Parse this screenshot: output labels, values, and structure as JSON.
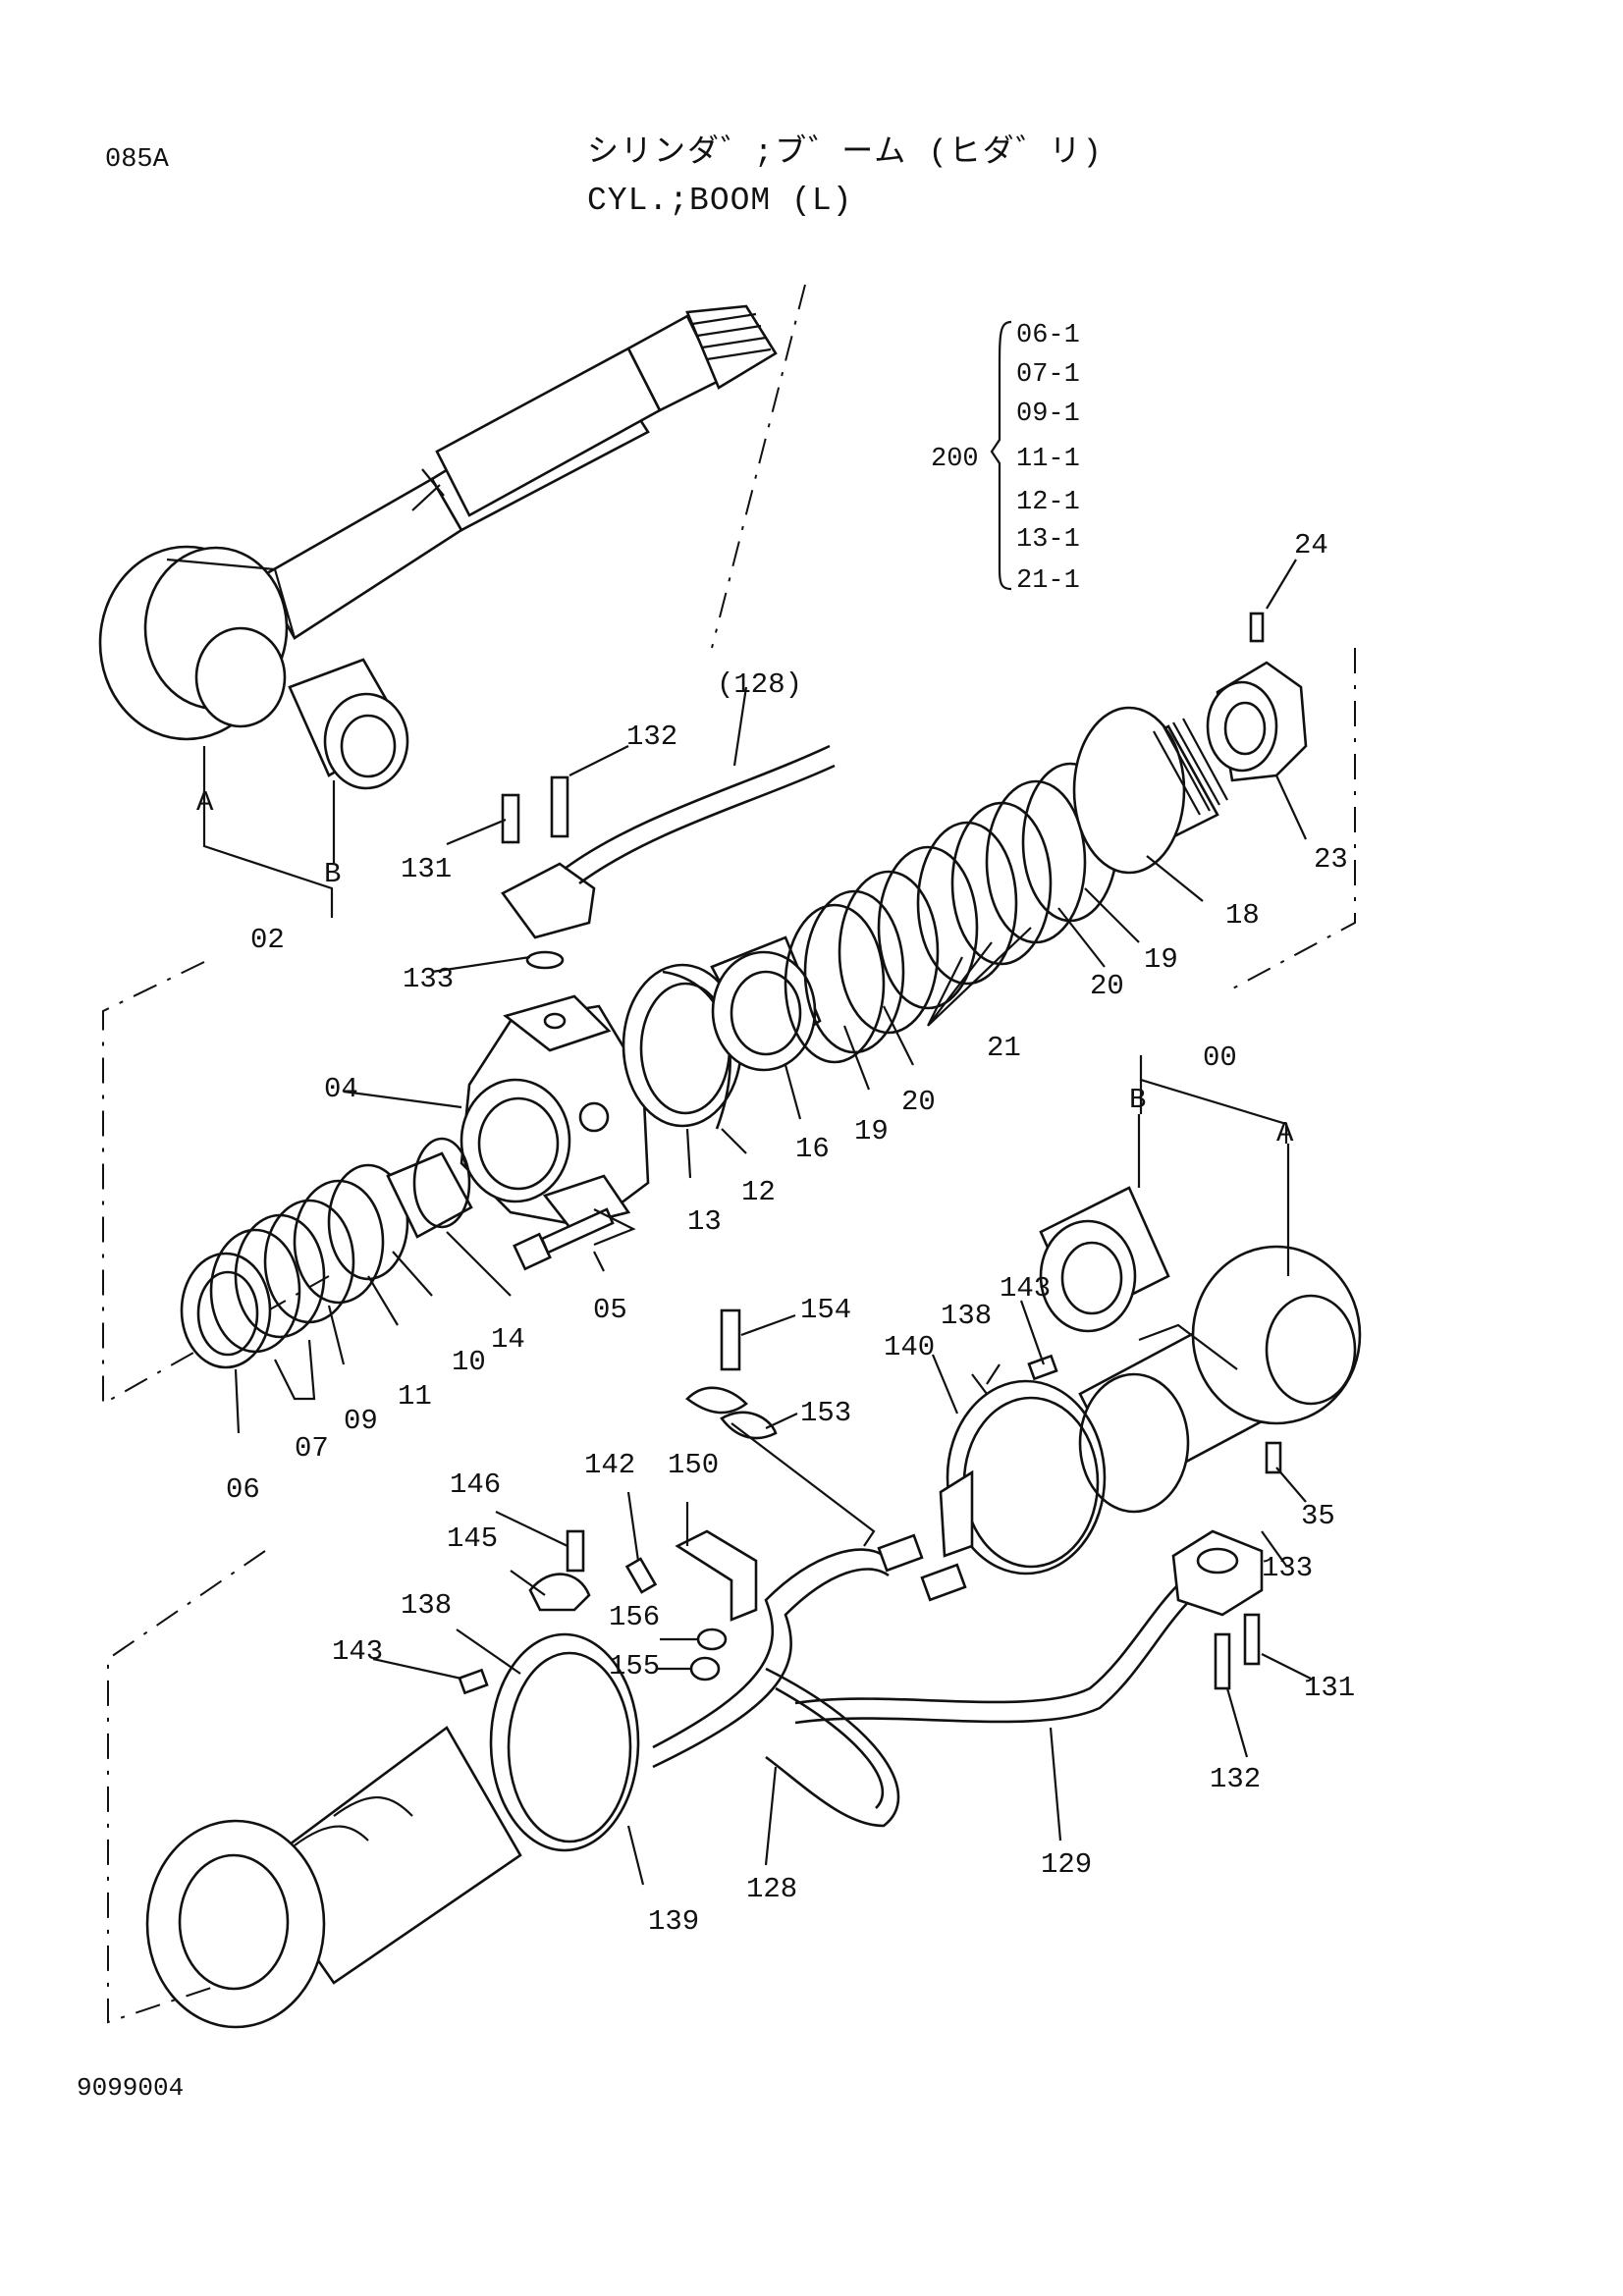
{
  "header": {
    "page_code": "085A",
    "title_jp": "シリンダ゛;ブ゛ーム (ヒダ゛リ)",
    "title_en": "CYL.;BOOM (L)"
  },
  "footer": {
    "drawing_number": "9099004"
  },
  "kit_group": {
    "label": "200",
    "items": [
      "06-1",
      "07-1",
      "09-1",
      "11-1",
      "12-1",
      "13-1",
      "21-1"
    ]
  },
  "part_labels": {
    "p00": "00",
    "p02": "02",
    "p04": "04",
    "p05": "05",
    "p06": "06",
    "p07": "07",
    "p09": "09",
    "p10": "10",
    "p11": "11",
    "p12": "12",
    "p13": "13",
    "p14": "14",
    "p16": "16",
    "p18": "18",
    "p19a": "19",
    "p19b": "19",
    "p20a": "20",
    "p20b": "20",
    "p21": "21",
    "p23": "23",
    "p24": "24",
    "p35": "35",
    "p128": "128",
    "p128ref": "(128)",
    "p129": "129",
    "p131a": "131",
    "p131b": "131",
    "p132a": "132",
    "p132b": "132",
    "p133a": "133",
    "p133b": "133",
    "p138a": "138",
    "p138b": "138",
    "p139": "139",
    "p140": "140",
    "p142": "142",
    "p143a": "143",
    "p143b": "143",
    "p145": "145",
    "p146": "146",
    "p150": "150",
    "p153": "153",
    "p154": "154",
    "p155": "155",
    "p156": "156",
    "ref_a1": "A",
    "ref_b1": "B",
    "ref_a2": "A",
    "ref_b2": "B"
  }
}
